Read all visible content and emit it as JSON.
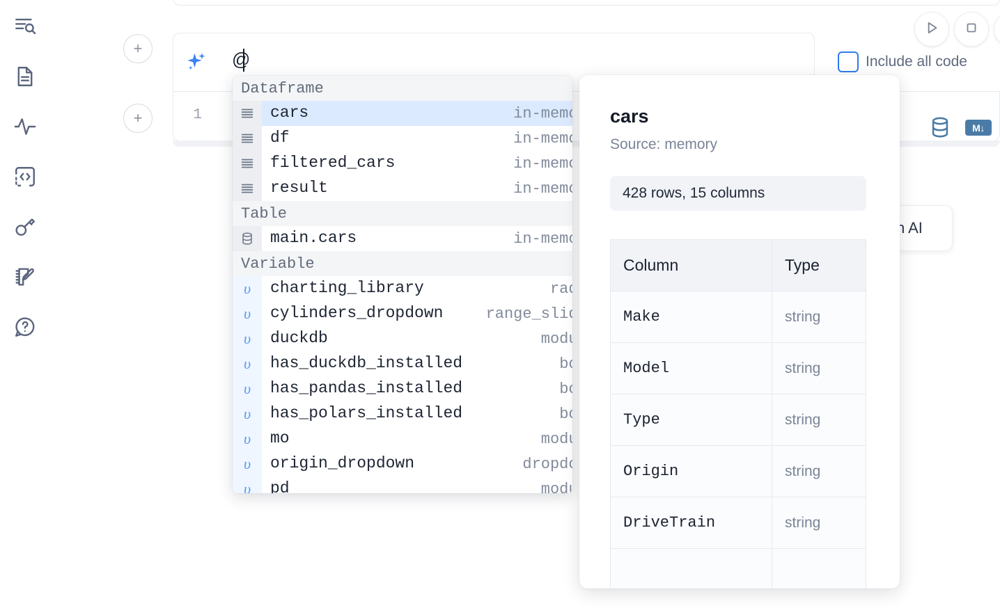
{
  "sidebar": {
    "items": [
      {
        "icon": "file-search-icon",
        "name": "sidebar-item-explore"
      },
      {
        "icon": "document-icon",
        "name": "sidebar-item-notebook"
      },
      {
        "icon": "activity-icon",
        "name": "sidebar-item-activity"
      },
      {
        "icon": "code-brackets-icon",
        "name": "sidebar-item-snippets"
      },
      {
        "icon": "key-icon",
        "name": "sidebar-item-secrets"
      },
      {
        "icon": "notebook-pencil-icon",
        "name": "sidebar-item-scratchpad"
      },
      {
        "icon": "help-chat-icon",
        "name": "sidebar-item-help"
      }
    ]
  },
  "toolbar": {
    "run_icon": "play-icon",
    "stop_icon": "stop-square-icon",
    "extra_icon": "more-icon",
    "include_all_code_label": "Include all code",
    "include_all_code_checked": false,
    "checkbox_accent": "#2f7bef"
  },
  "ai_prompt": {
    "sparkle_icon": "ai-sparkle-icon",
    "value": "@",
    "caret_visible": true
  },
  "cell": {
    "line_number": "1",
    "database_icon": "database-icon",
    "markdown_icon_label": "M",
    "markdown_icon": "markdown-download-icon"
  },
  "ai_float_button": {
    "label": "h AI",
    "full_label_hint": "AI"
  },
  "autocomplete": {
    "groups": [
      {
        "label": "Dataframe",
        "gutter_kind": "df",
        "icon": "list-lines-icon",
        "items": [
          {
            "name": "cars",
            "meta": "in-memory",
            "selected": true
          },
          {
            "name": "df",
            "meta": "in-memory",
            "selected": false
          },
          {
            "name": "filtered_cars",
            "meta": "in-memory",
            "selected": false
          },
          {
            "name": "result",
            "meta": "in-memory",
            "selected": false
          }
        ]
      },
      {
        "label": "Table",
        "gutter_kind": "tbl",
        "icon": "database-icon",
        "items": [
          {
            "name": "main.cars",
            "meta": "in-memory",
            "selected": false
          }
        ]
      },
      {
        "label": "Variable",
        "gutter_kind": "var",
        "icon": "variable-v-icon",
        "items": [
          {
            "name": "charting_library",
            "meta": "radio",
            "selected": false
          },
          {
            "name": "cylinders_dropdown",
            "meta": "range_slider",
            "selected": false
          },
          {
            "name": "duckdb",
            "meta": "module",
            "selected": false
          },
          {
            "name": "has_duckdb_installed",
            "meta": "bool",
            "selected": false
          },
          {
            "name": "has_pandas_installed",
            "meta": "bool",
            "selected": false
          },
          {
            "name": "has_polars_installed",
            "meta": "bool",
            "selected": false
          },
          {
            "name": "mo",
            "meta": "module",
            "selected": false
          },
          {
            "name": "origin_dropdown",
            "meta": "dropdown",
            "selected": false
          },
          {
            "name": "pd",
            "meta": "module",
            "selected": false
          }
        ]
      }
    ],
    "gutter_var_symbol": "υ",
    "selected_bg": "#dbeafe"
  },
  "details_panel": {
    "title": "cars",
    "source": "Source: memory",
    "shape": "428 rows, 15 columns",
    "table": {
      "headers": [
        "Column",
        "Type"
      ],
      "rows": [
        [
          "Make",
          "string"
        ],
        [
          "Model",
          "string"
        ],
        [
          "Type",
          "string"
        ],
        [
          "Origin",
          "string"
        ],
        [
          "DriveTrain",
          "string"
        ],
        [
          "",
          ""
        ]
      ]
    }
  }
}
